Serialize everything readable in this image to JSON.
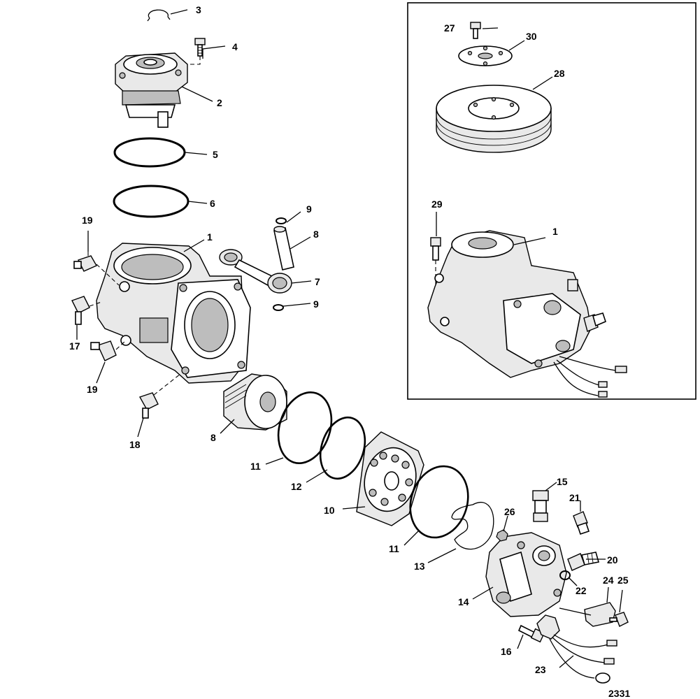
{
  "figure_number": "2331",
  "callouts": {
    "c1": "1",
    "c1b": "1",
    "c2": "2",
    "c3": "3",
    "c4": "4",
    "c5": "5",
    "c6": "6",
    "c7": "7",
    "c8": "8",
    "c8b": "8",
    "c9": "9",
    "c9b": "9",
    "c10": "10",
    "c11": "11",
    "c11b": "11",
    "c12": "12",
    "c13": "13",
    "c14": "14",
    "c15": "15",
    "c16": "16",
    "c17": "17",
    "c18": "18",
    "c19": "19",
    "c19b": "19",
    "c20": "20",
    "c21": "21",
    "c22": "22",
    "c23": "23",
    "c24": "24",
    "c25": "25",
    "c26": "26",
    "c27": "27",
    "c28": "28",
    "c29": "29",
    "c30": "30"
  }
}
